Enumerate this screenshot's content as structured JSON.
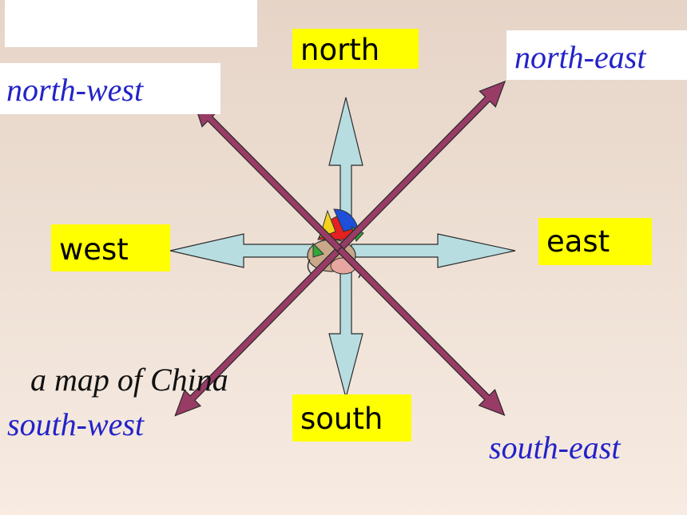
{
  "labels": {
    "north": "north",
    "south": "south",
    "east": "east",
    "west": "west",
    "north_east": "north-east",
    "north_west": "north-west",
    "south_east": "south-east",
    "south_west": "south-west"
  },
  "caption": "a map of China",
  "colors": {
    "cardinal_arrow_fill": "#b8dde0",
    "diagonal_arrow_fill": "#983c66",
    "label_bg": "#ffff00",
    "diagonal_text": "#2323c8"
  },
  "icons": {
    "center": "cartoon-character-icon"
  }
}
